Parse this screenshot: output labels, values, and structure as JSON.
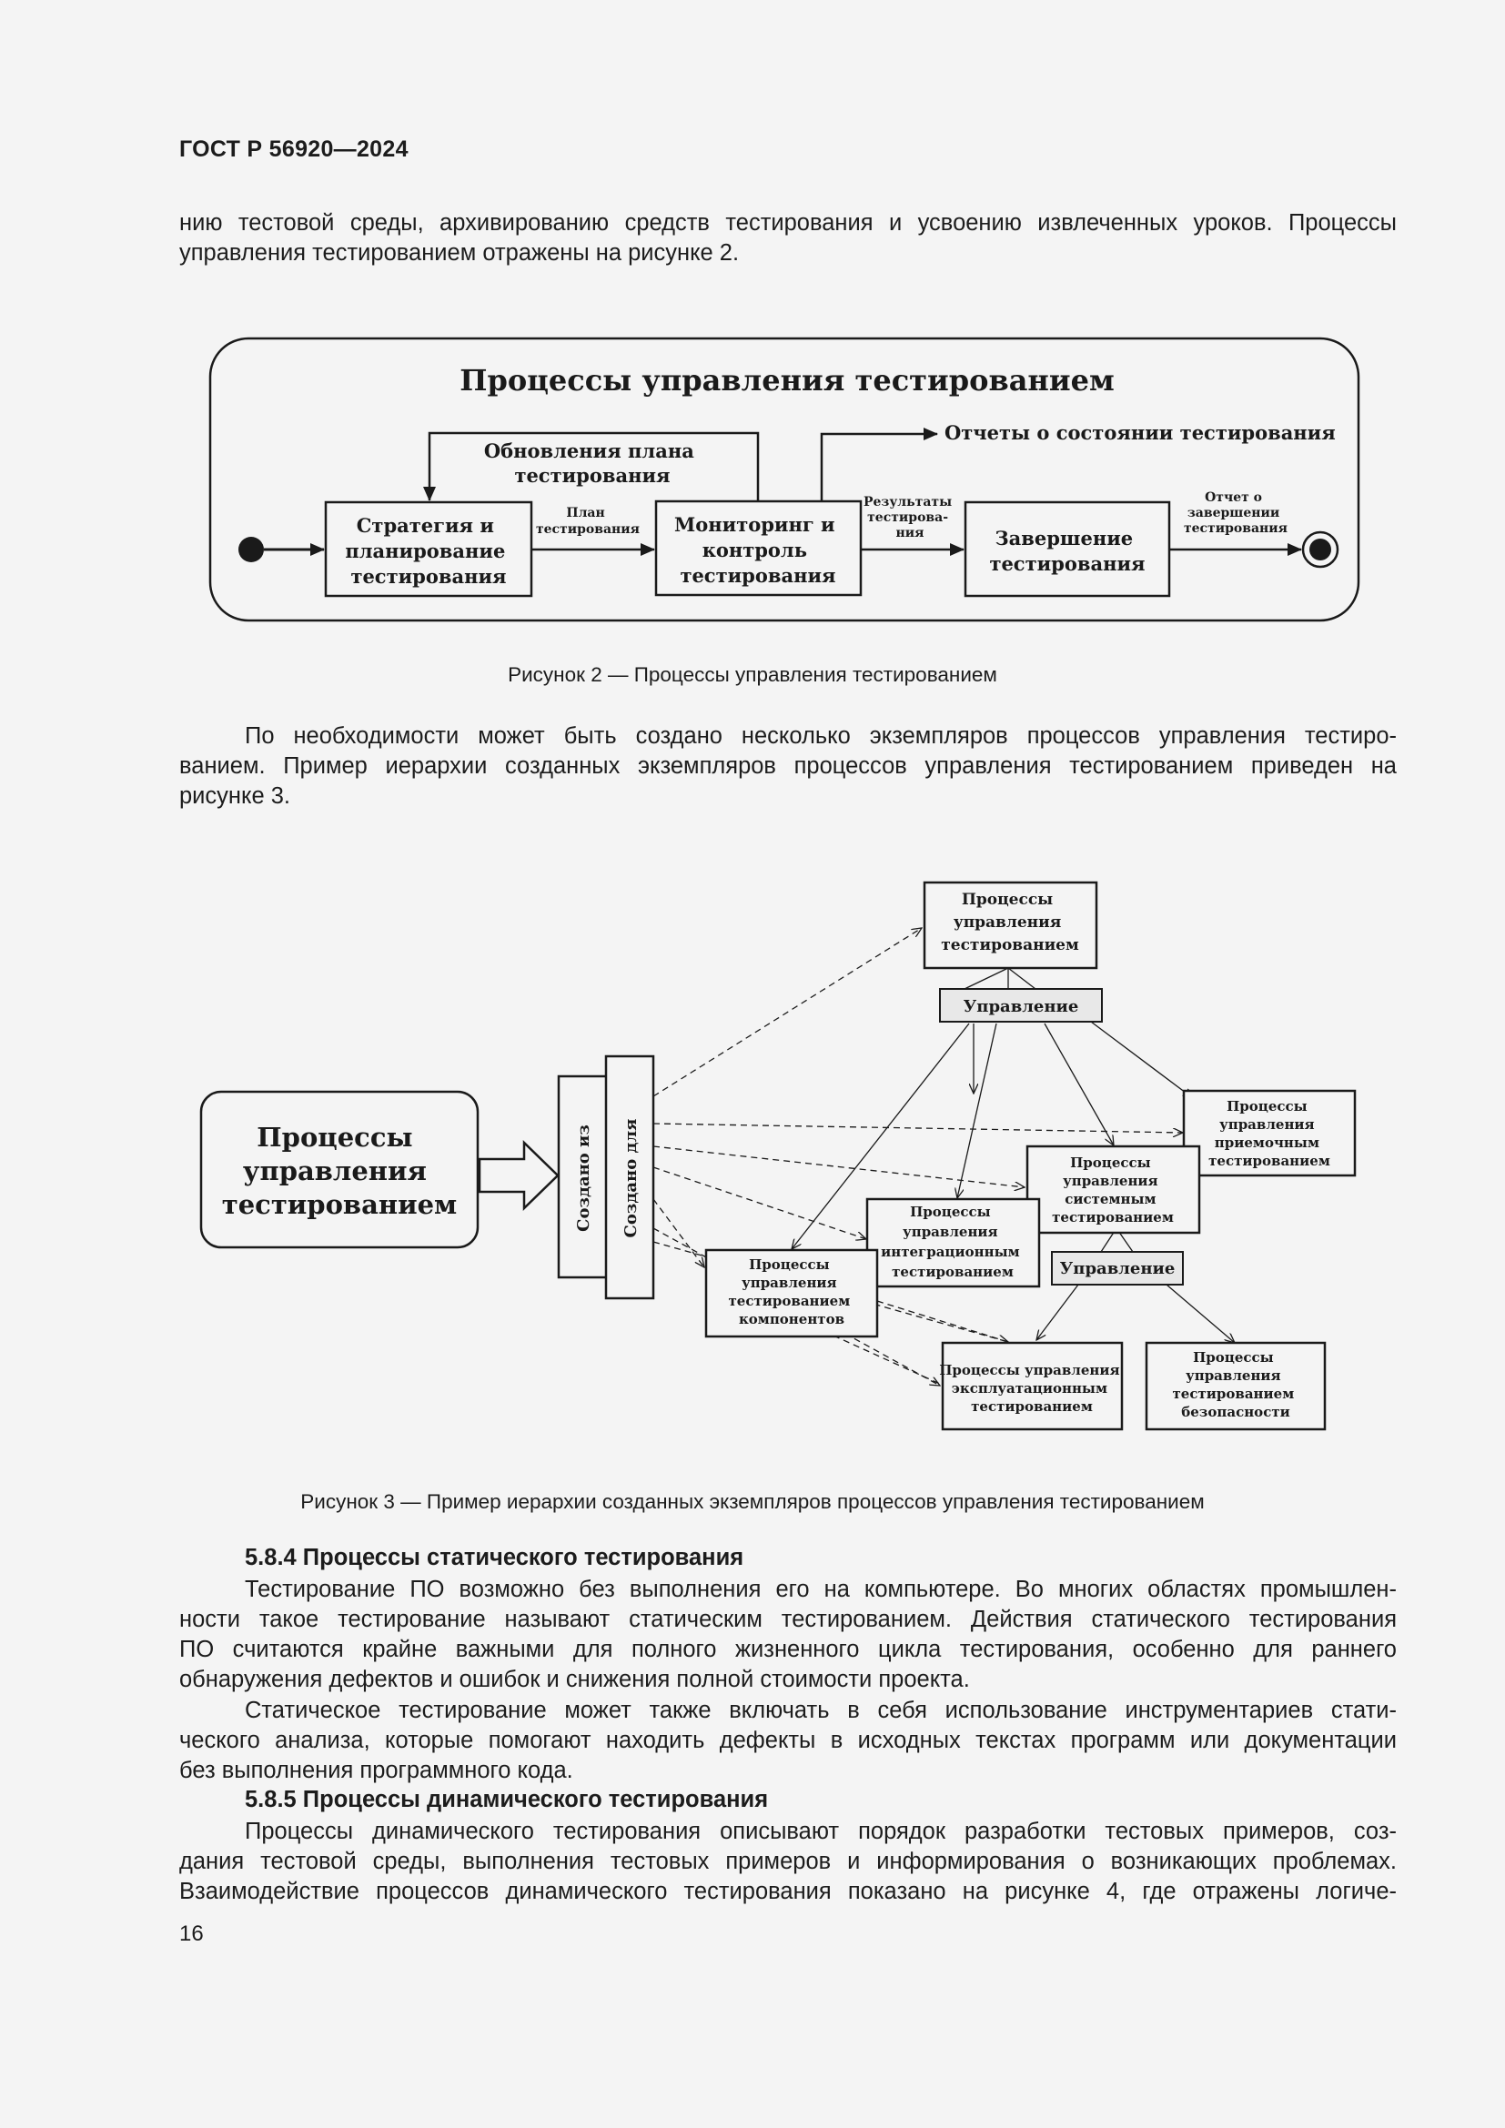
{
  "header": "ГОСТ Р 56920—2024",
  "para1": [
    "нию тестовой среды, архивированию средств тестирования и усвоению извлеченных уроков. Процессы",
    "управления тестированием отражены на рисунке 2."
  ],
  "fig2": {
    "title": "Процессы управления тестированием",
    "update_plan": [
      "Обновления плана",
      "тестирования"
    ],
    "status_reports": "Отчеты о состоянии тестирования",
    "strategy": [
      "Стратегия и",
      "планирование",
      "тестирования"
    ],
    "test_plan": [
      "План",
      "тестирования"
    ],
    "monitoring": [
      "Мониторинг и",
      "контроль",
      "тестирования"
    ],
    "test_results": [
      "Результаты",
      "тестирова-",
      "ния"
    ],
    "completion": [
      "Завершение",
      "тестирования"
    ],
    "completion_report": [
      "Отчет о",
      "завершении",
      "тестирования"
    ],
    "caption": "Рисунок 2 — Процессы управления тестированием"
  },
  "para2": [
    "По необходимости может быть создано несколько экземпляров процессов управления тестиро-",
    "ванием. Пример иерархии созданных экземпляров процессов управления тестированием приведен на",
    "рисунке 3."
  ],
  "fig3": {
    "main": [
      "Процессы",
      "управления",
      "тестированием"
    ],
    "created_from": "Создано из",
    "created_for": "Создано для",
    "top": [
      "Процессы",
      "управления",
      "тестированием"
    ],
    "management": "Управление",
    "acceptance": [
      "Процессы",
      "управления",
      "приемочным",
      "тестированием"
    ],
    "system": [
      "Процессы",
      "управления",
      "системным",
      "тестированием"
    ],
    "integration": [
      "Процессы",
      "управления",
      "интеграционным",
      "тестированием"
    ],
    "management2": "Управление",
    "component": [
      "Процессы",
      "управления",
      "тестированием",
      "компонентов"
    ],
    "operational": [
      "Процессы управления",
      "эксплуатационным",
      "тестированием"
    ],
    "security": [
      "Процессы",
      "управления",
      "тестированием",
      "безопасности"
    ],
    "caption": "Рисунок 3 — Пример иерархии созданных экземпляров процессов управления тестированием"
  },
  "s584": {
    "title": "5.8.4 Процессы статического тестирования",
    "p1": [
      "Тестирование ПО возможно без выполнения его на компьютере. Во многих областях промышлен-",
      "ности такое тестирование называют статическим тестированием. Действия статического тестирования",
      "ПО считаются крайне важными для полного жизненного цикла тестирования, особенно для раннего",
      "обнаружения дефектов и ошибок и снижения полной стоимости проекта."
    ],
    "p2": [
      "Статическое тестирование может также включать в себя использование инструментариев стати-",
      "ческого анализа, которые помогают находить дефекты в исходных текстах программ или документации",
      "без выполнения программного кода."
    ]
  },
  "s585": {
    "title": "5.8.5 Процессы динамического тестирования",
    "p1": [
      "Процессы динамического тестирования описывают порядок разработки тестовых примеров, соз-",
      "дания тестовой среды, выполнения тестовых примеров и информирования о возникающих проблемах.",
      "Взаимодействие процессов динамического тестирования показано на рисунке 4, где отражены логиче-"
    ]
  },
  "page_number": "16"
}
